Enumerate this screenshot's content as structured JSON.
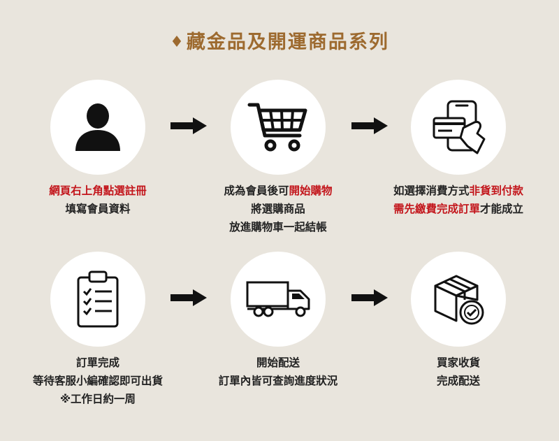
{
  "title": "藏金品及開運商品系列",
  "title_mark": "♦",
  "colors": {
    "background": "#e9e5dd",
    "title": "#9d6a2f",
    "highlight": "#c3161c",
    "text": "#222222"
  },
  "steps": [
    {
      "icon": "user-icon",
      "lines": [
        [
          {
            "text": "網頁右上角點選註冊",
            "highlight": true
          }
        ],
        [
          {
            "text": "填寫會員資料",
            "highlight": false
          }
        ]
      ]
    },
    {
      "icon": "shopping-cart-icon",
      "lines": [
        [
          {
            "text": "成為會員後可",
            "highlight": false
          },
          {
            "text": "開始購物",
            "highlight": true
          }
        ],
        [
          {
            "text": "將選購商品",
            "highlight": false
          }
        ],
        [
          {
            "text": "放進購物車一起結帳",
            "highlight": false
          }
        ]
      ]
    },
    {
      "icon": "phone-card-payment-icon",
      "lines": [
        [
          {
            "text": "如選擇消費方式",
            "highlight": false
          },
          {
            "text": "非貨到付款",
            "highlight": true
          }
        ],
        [
          {
            "text": "需先繳費完成訂單",
            "highlight": true
          },
          {
            "text": "才能成立",
            "highlight": false
          }
        ]
      ]
    },
    {
      "icon": "checklist-clipboard-icon",
      "lines": [
        [
          {
            "text": "訂單完成",
            "highlight": false
          }
        ],
        [
          {
            "text": "等待客服小編確認即可出貨",
            "highlight": false
          }
        ],
        [
          {
            "text": "※工作日約一周",
            "highlight": false
          }
        ]
      ]
    },
    {
      "icon": "delivery-truck-icon",
      "lines": [
        [
          {
            "text": "開始配送",
            "highlight": false
          }
        ],
        [
          {
            "text": "訂單內皆可查詢進度狀況",
            "highlight": false
          }
        ]
      ]
    },
    {
      "icon": "package-delivered-icon",
      "lines": [
        [
          {
            "text": "買家收貨",
            "highlight": false
          }
        ],
        [
          {
            "text": "完成配送",
            "highlight": false
          }
        ]
      ]
    }
  ]
}
